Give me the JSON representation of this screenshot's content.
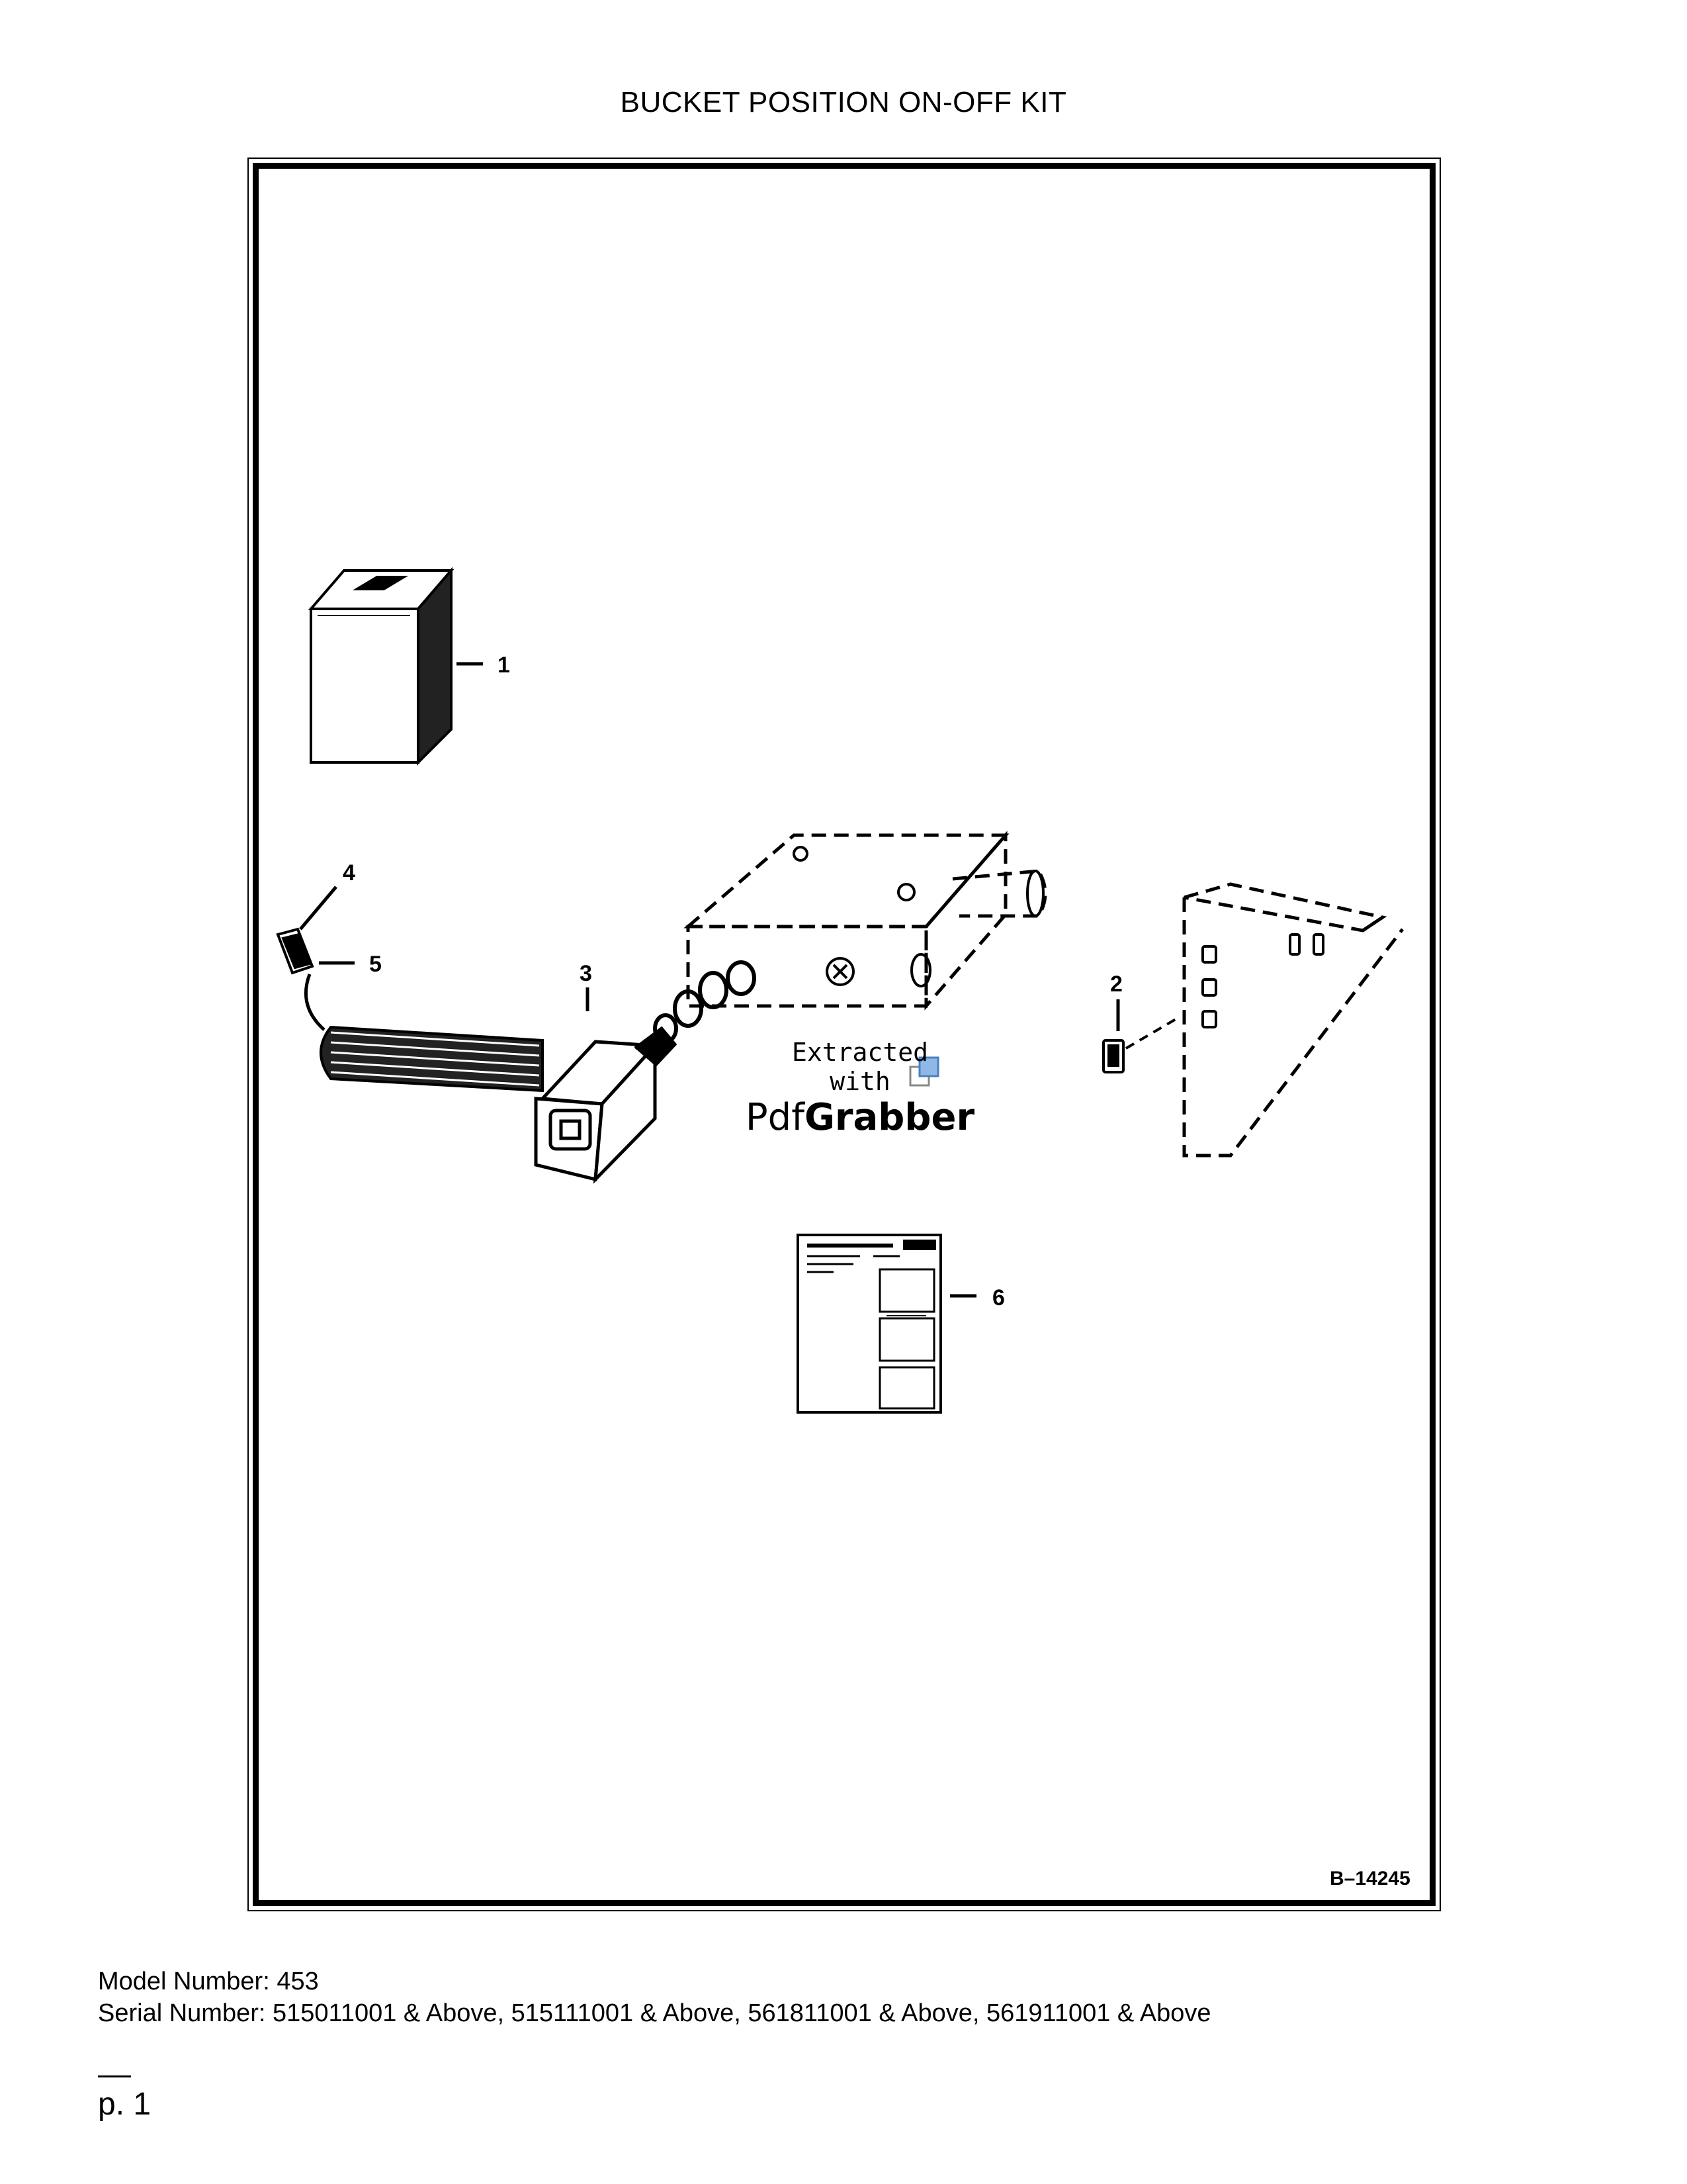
{
  "page_title": "BUCKET POSITION ON-OFF KIT",
  "figure": {
    "id": "B–14245",
    "callouts": [
      "1",
      "2",
      "3",
      "4",
      "5",
      "6"
    ]
  },
  "watermark": {
    "line1": "Extracted",
    "line2": "with",
    "brand_a": "Pdf",
    "brand_b": "Grabber"
  },
  "info": {
    "model": "Model Number: 453",
    "serial": "Serial Number: 515011001 & Above, 515111001 & Above, 561811001 & Above, 561911001 & Above"
  },
  "page_number": "p. 1"
}
